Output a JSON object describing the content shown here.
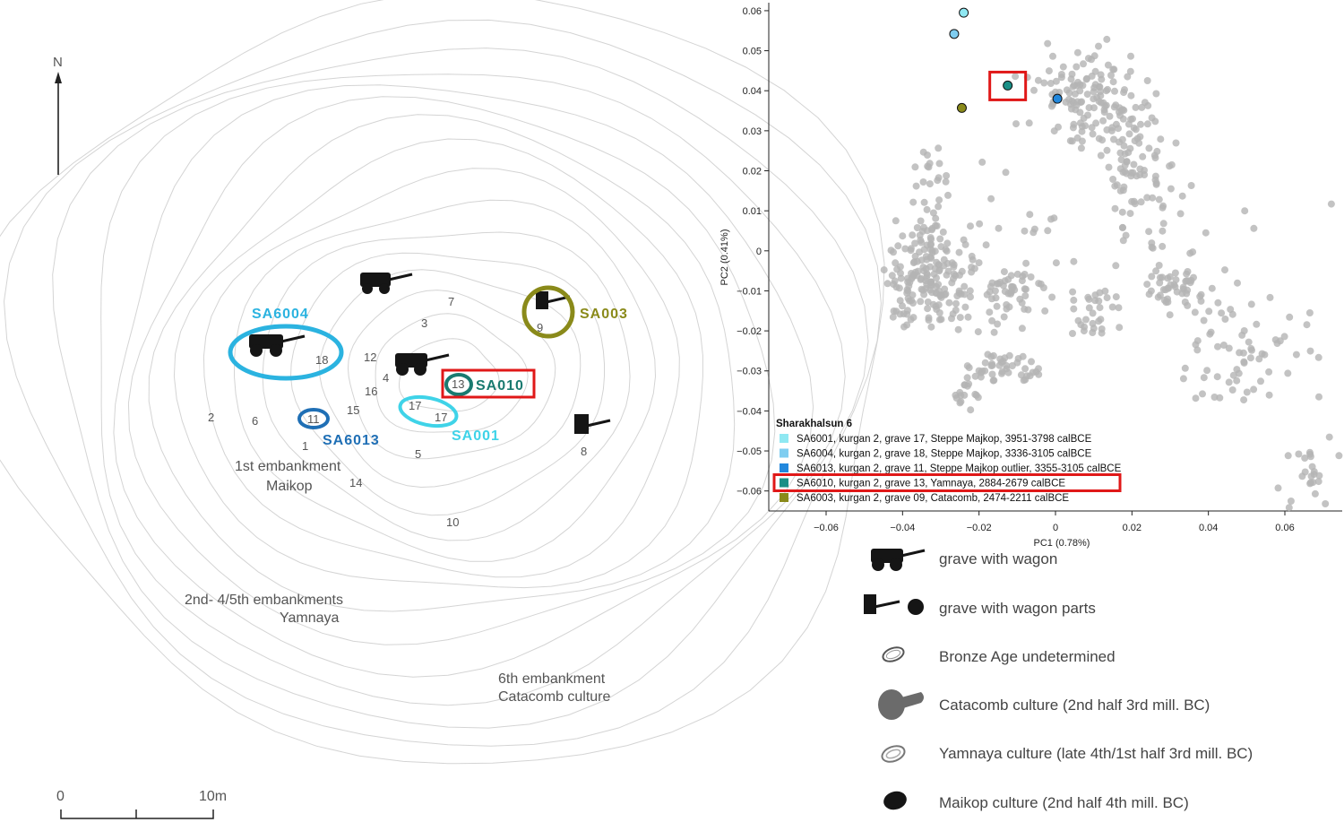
{
  "map": {
    "north": "N",
    "scale_start": "0",
    "scale_end": "10m",
    "embankment1_line1": "1st embankment",
    "embankment1_line2": "Maikop",
    "embankment2_line1": "2nd- 4/5th embankments",
    "embankment2_line2": "Yamnaya",
    "embankment6_line1": "6th embankment",
    "embankment6_line2": "Catacomb culture",
    "grave_numbers": [
      {
        "n": "7"
      },
      {
        "n": "3"
      },
      {
        "n": "9"
      },
      {
        "n": "18"
      },
      {
        "n": "12"
      },
      {
        "n": "4"
      },
      {
        "n": "16"
      },
      {
        "n": "13"
      },
      {
        "n": "17"
      },
      {
        "n": "17"
      },
      {
        "n": "2"
      },
      {
        "n": "6"
      },
      {
        "n": "11"
      },
      {
        "n": "15"
      },
      {
        "n": "1"
      },
      {
        "n": "5"
      },
      {
        "n": "8"
      },
      {
        "n": "14"
      },
      {
        "n": "10"
      }
    ],
    "samples": {
      "sa6004": {
        "label": "SA6004",
        "color": "#2bb3e0"
      },
      "sa003": {
        "label": "SA003",
        "color": "#8a8a1a"
      },
      "sa010": {
        "label": "SA010",
        "color": "#1a7a70"
      },
      "sa001": {
        "label": "SA001",
        "color": "#3fd3e8"
      },
      "sa6013": {
        "label": "SA6013",
        "color": "#1f6fb5"
      }
    },
    "highlight_color": "#e01818"
  },
  "chart_data": {
    "type": "scatter",
    "xlabel": "PC1 (0.78%)",
    "ylabel": "PC2 (0.41%)",
    "xlim": [
      -0.075,
      0.075
    ],
    "ylim": [
      -0.065,
      0.062
    ],
    "xticks": [
      "-0.06",
      "-0.04",
      "-0.02",
      "0",
      "0.02",
      "0.04",
      "0.06"
    ],
    "yticks": [
      "0.06",
      "0.05",
      "0.04",
      "0.03",
      "0.02",
      "0.01",
      "0",
      "-0.01",
      "-0.02",
      "-0.03",
      "-0.04",
      "-0.05",
      "-0.06"
    ],
    "background_color": "#b4b4b4",
    "background_clusters": [
      {
        "name": "",
        "center": [
          0.008,
          0.038
        ],
        "spread": [
          0.007,
          0.006
        ],
        "n": 130
      },
      {
        "name": "",
        "center": [
          0.022,
          0.022
        ],
        "spread": [
          0.004,
          0.007
        ],
        "n": 70
      },
      {
        "name": "",
        "center": [
          -0.033,
          -0.008
        ],
        "spread": [
          0.006,
          0.006
        ],
        "n": 170
      },
      {
        "name": "",
        "center": [
          -0.033,
          0.012
        ],
        "spread": [
          0.003,
          0.007
        ],
        "n": 40
      },
      {
        "name": "",
        "center": [
          -0.012,
          -0.011
        ],
        "spread": [
          0.004,
          0.004
        ],
        "n": 50
      },
      {
        "name": "",
        "center": [
          -0.013,
          -0.029
        ],
        "spread": [
          0.004,
          0.002
        ],
        "n": 45
      },
      {
        "name": "",
        "center": [
          -0.023,
          -0.036
        ],
        "spread": [
          0.002,
          0.002
        ],
        "n": 15
      },
      {
        "name": "",
        "center": [
          0.032,
          -0.009
        ],
        "spread": [
          0.004,
          0.003
        ],
        "n": 45
      },
      {
        "name": "",
        "center": [
          0.01,
          -0.016
        ],
        "spread": [
          0.004,
          0.004
        ],
        "n": 30
      },
      {
        "name": "",
        "center": [
          0.05,
          -0.027
        ],
        "spread": [
          0.01,
          0.007
        ],
        "n": 60
      },
      {
        "name": "",
        "center": [
          0.066,
          -0.055
        ],
        "spread": [
          0.004,
          0.005
        ],
        "n": 25
      },
      {
        "name": "",
        "center": [
          0.014,
          0.005
        ],
        "spread": [
          0.03,
          0.012
        ],
        "n": 60
      }
    ],
    "series": [
      {
        "name": "SA6001, kurgan 2, grave 17, Steppe Majkop, 3951-3798 calBCE",
        "color": "#8fe8f2",
        "points": [
          [
            -0.024,
            0.0595
          ]
        ]
      },
      {
        "name": "SA6004, kurgan 2, grave 18, Steppe Majkop, 3336-3105 calBCE",
        "color": "#7fcdf0",
        "points": [
          [
            -0.0265,
            0.0542
          ]
        ]
      },
      {
        "name": "SA6013, kurgan 2, grave 11, Steppe Majkop outlier, 3355-3105 calBCE",
        "color": "#2288dd",
        "points": [
          [
            0.0005,
            0.038
          ]
        ]
      },
      {
        "name": "SA6010, kurgan 2, grave 13, Yamnaya, 2884-2679 calBCE",
        "color": "#1a8f86",
        "points": [
          [
            -0.0125,
            0.0413
          ]
        ]
      },
      {
        "name": "SA6003, kurgan 2, grave 09, Catacomb, 2474-2211 calBCE",
        "color": "#8a8a1a",
        "points": [
          [
            -0.0245,
            0.0357
          ]
        ]
      }
    ],
    "legend": {
      "title": "Sharakhalsun 6",
      "placement": "bottom-left",
      "highlighted_index": 3
    },
    "highlight_box_index": 3
  },
  "key": {
    "items": [
      {
        "label": "grave with wagon",
        "icon": "wagon-icon"
      },
      {
        "label": "grave with wagon parts",
        "icon": "wagon-parts-icon"
      },
      {
        "label": "Bronze Age undetermined",
        "icon": "ring-icon"
      },
      {
        "label": "Catacomb culture (2nd half 3rd mill. BC)",
        "icon": "catacomb-grave-icon"
      },
      {
        "label": "Yamnaya culture (late 4th/1st half 3rd mill. BC)",
        "icon": "yamnaya-grave-icon"
      },
      {
        "label": "Maikop culture (2nd half 4th mill. BC)",
        "icon": "maikop-grave-icon"
      }
    ]
  }
}
